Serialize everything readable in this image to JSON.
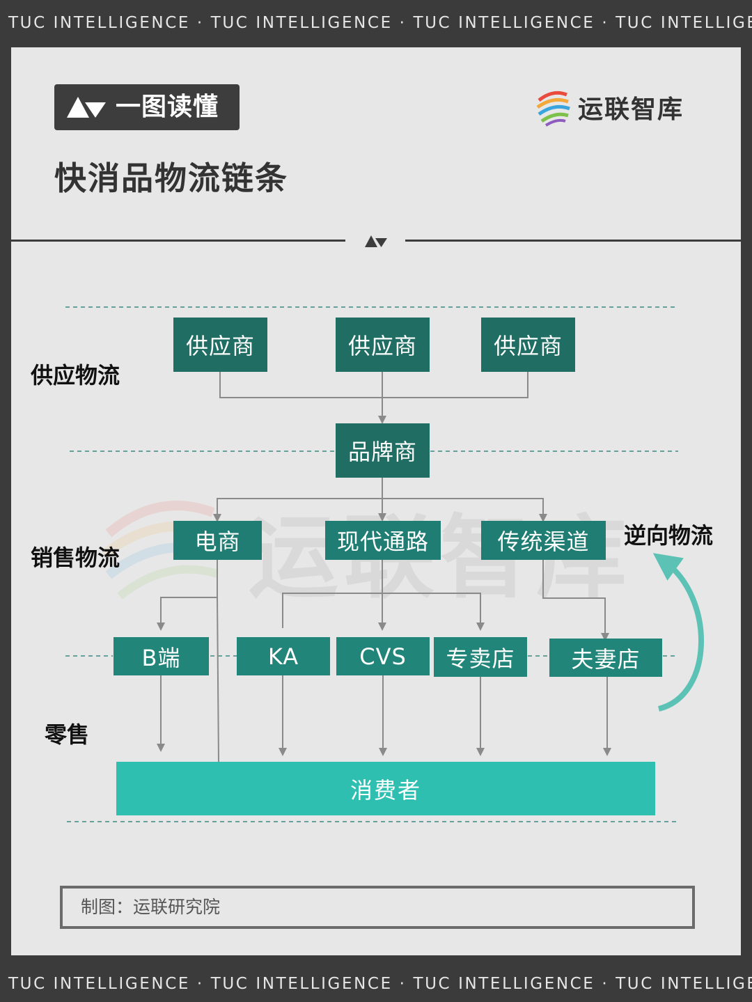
{
  "banner": {
    "top_text": "TUC INTELLIGENCE · TUC INTELLIGENCE · TUC INTELLIGENCE · TUC INTELLIGENCE",
    "bottom_text": "TUC INTELLIGENCE · TUC INTELLIGENCE · TUC INTELLIGENCE · TUC INTELLIGENCE"
  },
  "header": {
    "badge_label": "一图读懂",
    "brand_name": "运联智库",
    "title": "快消品物流链条"
  },
  "diagram": {
    "section_labels": {
      "supply": "供应物流",
      "sales": "销售物流",
      "retail": "零售",
      "reverse": "逆向物流"
    },
    "suppliers": [
      "供应商",
      "供应商",
      "供应商"
    ],
    "brand_owner": "品牌商",
    "channels": [
      "电商",
      "现代通路",
      "传统渠道"
    ],
    "retail_nodes": [
      "B端",
      "KA",
      "CVS",
      "专卖店",
      "夫妻店"
    ],
    "consumer": "消费者"
  },
  "watermark": "运联智库",
  "footer": {
    "credit": "制图：运联研究院"
  },
  "colors": {
    "node_dark": "#1f6d63",
    "node_mid": "#1f7d73",
    "consumer": "#2fbfb0",
    "panel": "#e7e7e7",
    "frame": "#3b3b3b",
    "reverse_arrow": "#5cc2b6"
  }
}
